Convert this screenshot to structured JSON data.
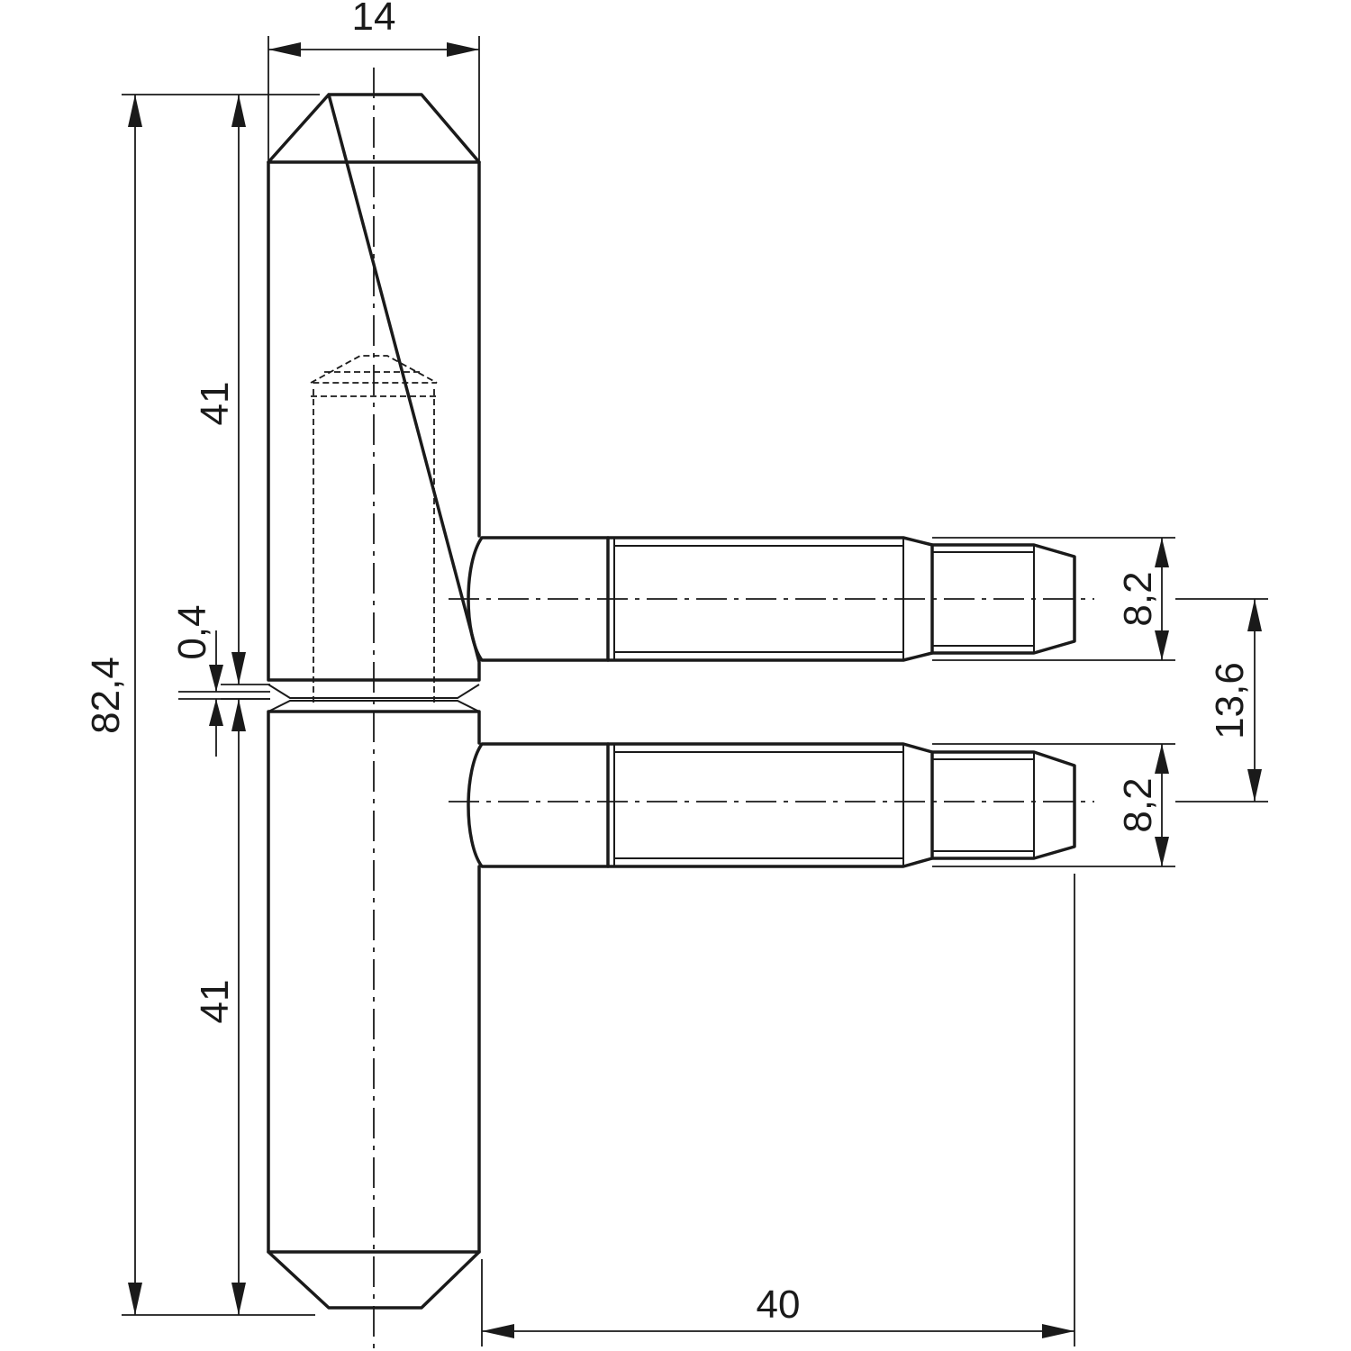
{
  "dimensions": {
    "width": "14",
    "total_height": "82,4",
    "upper_leaf_height": "41",
    "lower_leaf_height": "41",
    "gap": "0,4",
    "upper_pin_diameter": "8,2",
    "lower_pin_diameter": "8,2",
    "pin_spacing": "13,6",
    "pin_length": "40"
  }
}
